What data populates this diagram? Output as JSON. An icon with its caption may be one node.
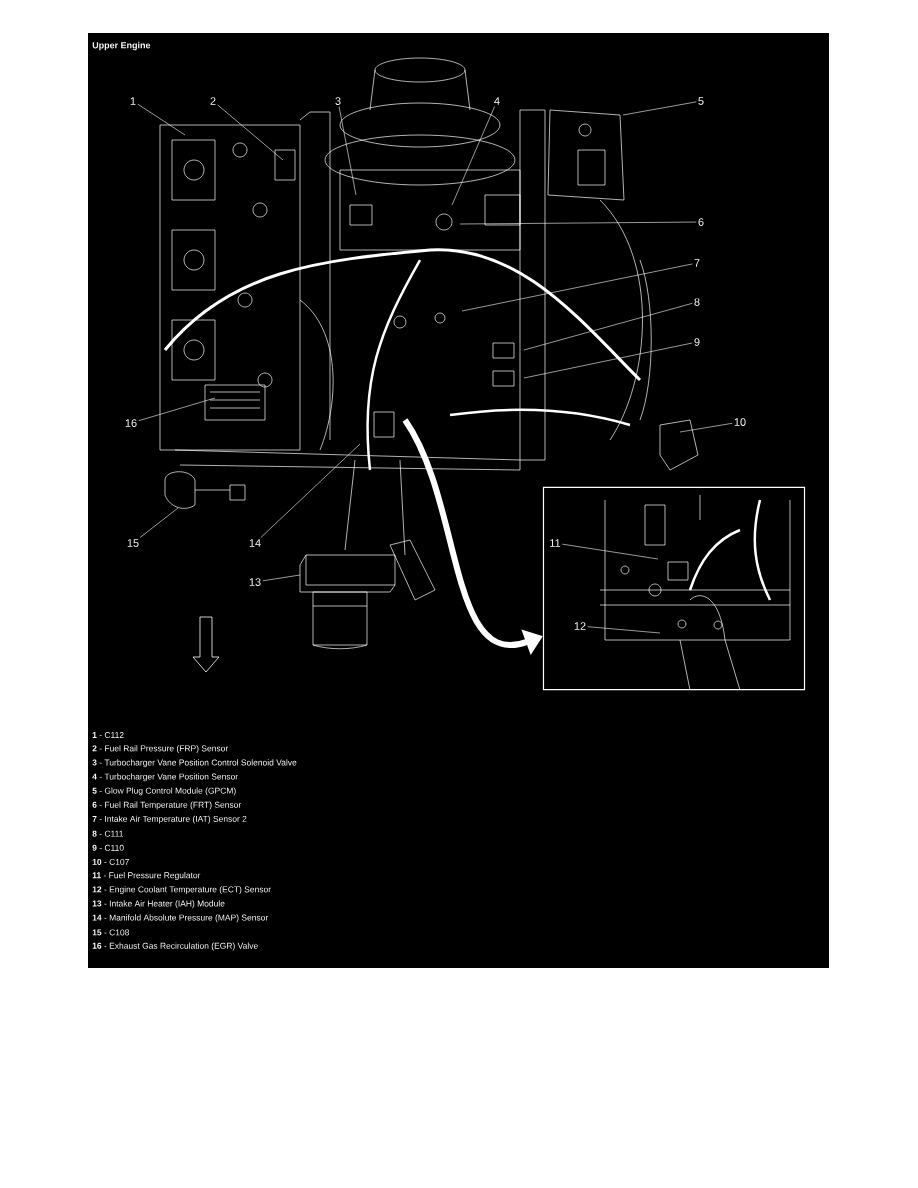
{
  "diagram": {
    "title": "Upper Engine",
    "nodes": [
      {
        "text": [
          "1"
        ]
      },
      {
        "text": [
          "2"
        ]
      },
      {
        "text": [
          "3"
        ]
      },
      {
        "text": [
          "4"
        ]
      },
      {
        "text": [
          "5"
        ]
      },
      {
        "text": [
          "6"
        ]
      },
      {
        "text": [
          "7"
        ]
      },
      {
        "text": [
          "8"
        ]
      },
      {
        "text": [
          "9"
        ]
      },
      {
        "text": [
          "10"
        ]
      },
      {
        "text": [],
        "shape": "picture"
      },
      {
        "text": [
          "11"
        ],
        "in": 10
      },
      {
        "text": [
          "12"
        ],
        "in": 10
      },
      {
        "text": [
          "13"
        ]
      },
      {
        "text": [
          "14"
        ]
      },
      {
        "text": [
          "15"
        ]
      },
      {
        "text": [
          "16"
        ]
      }
    ],
    "edges": [
      {
        "from": 0,
        "to": null,
        "arrow": "none"
      },
      {
        "from": 1,
        "to": null,
        "arrow": "none"
      },
      {
        "from": 2,
        "to": null,
        "arrow": "none"
      },
      {
        "from": 3,
        "to": null,
        "arrow": "none"
      },
      {
        "from": 4,
        "to": null,
        "arrow": "none"
      },
      {
        "from": 5,
        "to": null,
        "arrow": "none"
      },
      {
        "from": 6,
        "to": null,
        "arrow": "none"
      },
      {
        "from": 7,
        "to": null,
        "arrow": "none"
      },
      {
        "from": 8,
        "to": null,
        "arrow": "none"
      },
      {
        "from": 9,
        "to": null,
        "arrow": "none"
      },
      {
        "from": 11,
        "to": null,
        "arrow": "none"
      },
      {
        "from": 12,
        "to": null,
        "arrow": "none"
      },
      {
        "from": 13,
        "to": null,
        "arrow": "none"
      },
      {
        "from": 14,
        "to": null,
        "arrow": "none"
      },
      {
        "from": 15,
        "to": null,
        "arrow": "none"
      },
      {
        "from": 16,
        "to": null,
        "arrow": "none"
      },
      {
        "from": null,
        "to": 10,
        "arrow": "to",
        "style": "thick"
      }
    ],
    "labels": [
      "**1** - C112",
      "**2** - Fuel Rail Pressure (FRP) Sensor",
      "**3** - Turbocharger Vane Position Control Solenoid Valve",
      "**4** - Turbocharger Vane Position Sensor",
      "**5** - Glow Plug Control Module (GPCM)",
      "**6** - Fuel Rail Temperature (FRT) Sensor",
      "**7** - Intake Air Temperature (IAT) Sensor 2",
      "**8** - C111",
      "**9** - C110",
      "**10** - C107",
      "**11** - Fuel Pressure Regulator",
      "**12** - Engine Coolant Temperature (ECT) Sensor",
      "**13** - Intake Air Heater (IAH) Module",
      "**14** - Manifold Absolute Pressure (MAP) Sensor",
      "**15** - C108",
      "**16** - Exhaust Gas Recirculation (EGR) Valve"
    ]
  }
}
